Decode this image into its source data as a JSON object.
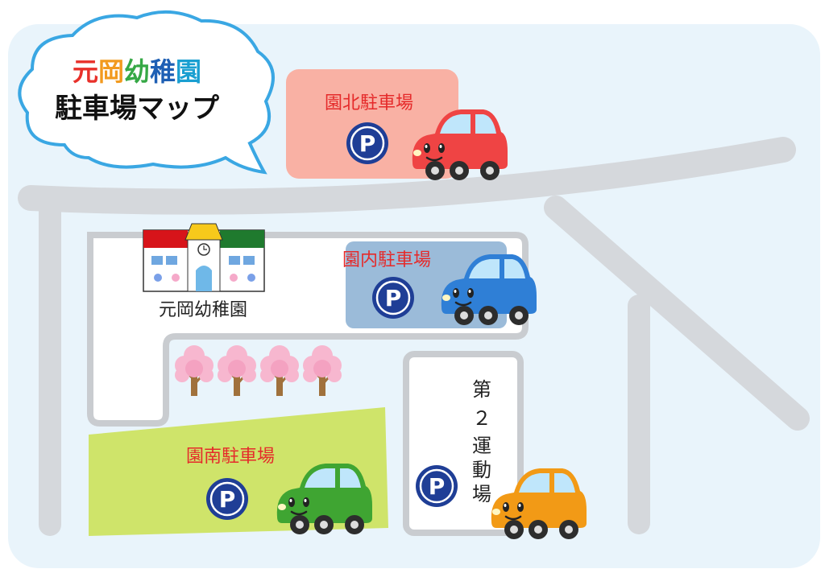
{
  "title": {
    "line1_chars": [
      {
        "char": "元",
        "color": "#e8302a"
      },
      {
        "char": "岡",
        "color": "#f29a1e"
      },
      {
        "char": "幼",
        "color": "#35a845"
      },
      {
        "char": "稚",
        "color": "#1e5fb4"
      },
      {
        "char": "園",
        "color": "#1a9fd1"
      }
    ],
    "line2": "駐車場マップ"
  },
  "parking": {
    "north": {
      "label": "園北駐車場",
      "fill": "#f9b1a4",
      "car_color": "#ef4444"
    },
    "inner": {
      "label": "園内駐車場",
      "fill": "#9bbbd9",
      "car_color": "#2f7fd6"
    },
    "south": {
      "label": "園南駐車場",
      "fill": "#cfe46a",
      "car_color": "#3fa532"
    },
    "field": {
      "label_chars": [
        "第",
        "２",
        "運",
        "動",
        "場"
      ],
      "car_color": "#f29a16"
    }
  },
  "school": {
    "label": "元岡幼稚園"
  },
  "colors": {
    "background": "#e9f4fb",
    "road": "#d5d8dc",
    "label_red": "#e52a2a",
    "parking_icon": "#1f3e96"
  },
  "icons": [
    "parking-sign-icon",
    "car-icon",
    "school-building-icon",
    "cherry-tree-icon",
    "speech-cloud-icon"
  ]
}
